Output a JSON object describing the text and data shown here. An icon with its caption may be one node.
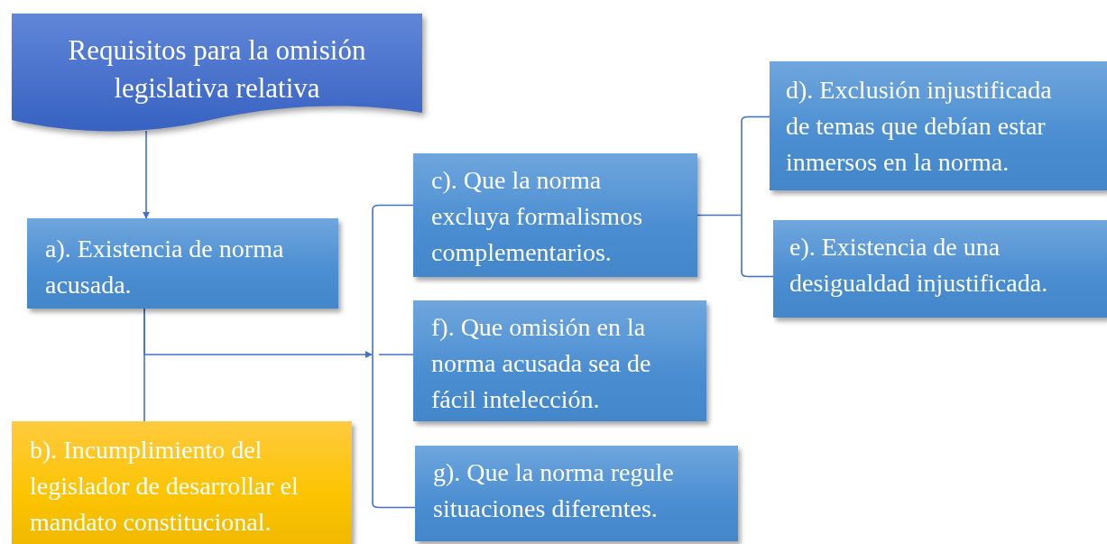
{
  "diagram": {
    "nodes": [
      {
        "text": [
          "Requisitos para la omisión legislativa relativa"
        ]
      },
      {
        "text": [
          "a). Existencia de norma acusada."
        ]
      },
      {
        "text": [
          "b). Incumplimiento del legislador de desarrollar el mandato constitucional."
        ]
      },
      {
        "text": [
          "c). Que la norma excluya formalismos complementarios."
        ]
      },
      {
        "text": [
          "d). Exclusión injustificada de temas que debían estar inmersos en la norma."
        ]
      },
      {
        "text": [
          "e). Existencia de una desigualdad injustificada."
        ]
      },
      {
        "text": [
          "f). Que omisión en la norma acusada sea de fácil intelección."
        ]
      },
      {
        "text": [
          "g). Que la norma regule situaciones diferentes."
        ]
      },
      {
        "text": [],
        "shape": "bracket"
      },
      {
        "text": [],
        "shape": "bracket"
      }
    ],
    "edges": [
      {
        "from": 0,
        "to": 1,
        "arrow": "to"
      },
      {
        "from": 1,
        "to": 2,
        "arrow": "none"
      },
      {
        "from": 1,
        "to": 8,
        "arrow": "to"
      },
      {
        "from": 8,
        "to": 3,
        "arrow": "none"
      },
      {
        "from": 8,
        "to": 6,
        "arrow": "none"
      },
      {
        "from": 8,
        "to": 7,
        "arrow": "none"
      },
      {
        "from": 3,
        "to": 9,
        "arrow": "none"
      },
      {
        "from": 9,
        "to": 4,
        "arrow": "none"
      },
      {
        "from": 9,
        "to": 5,
        "arrow": "none"
      }
    ]
  }
}
